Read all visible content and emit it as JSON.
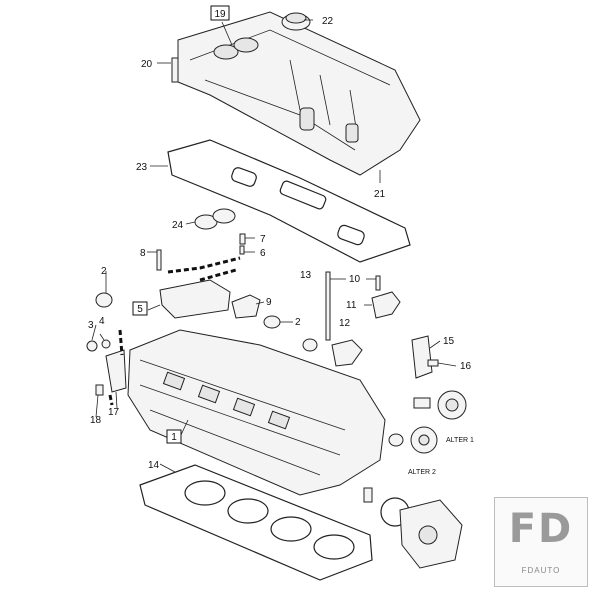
{
  "callouts": {
    "c1": "1",
    "c2a": "2",
    "c2b": "2",
    "c3": "3",
    "c4": "4",
    "c5": "5",
    "c6": "6",
    "c7": "7",
    "c8": "8",
    "c9": "9",
    "c10": "10",
    "c11": "11",
    "c12": "12",
    "c13": "13",
    "c14": "14",
    "c15": "15",
    "c16": "16",
    "c17": "17",
    "c18": "18",
    "c19": "19",
    "c20": "20",
    "c21": "21",
    "c22": "22",
    "c23": "23",
    "c24": "24"
  },
  "alternatives": {
    "alt1": "ALTER 1",
    "alt2": "ALTER 2"
  },
  "logo": {
    "mark": "FD",
    "name": "FDAUTO"
  }
}
